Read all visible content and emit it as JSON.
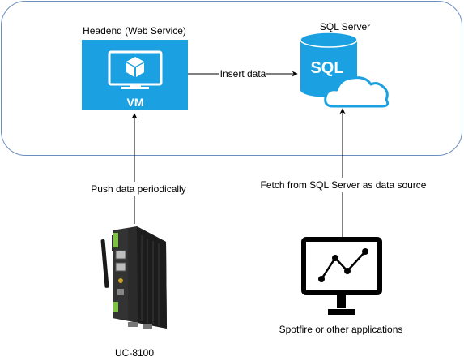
{
  "diagram": {
    "cloud_region": {
      "border_color": "#6c8ebf"
    },
    "headend": {
      "label": "Headend (Web Service)",
      "vm_label": "VM",
      "color": "#1ba1e2",
      "icon": "vm-monitor-icon"
    },
    "sql_server": {
      "label": "SQL Server",
      "badge": "SQL",
      "color": "#1ba1e2",
      "icon": "sql-server-cloud-icon"
    },
    "device": {
      "label": "UC-8100",
      "icon": "industrial-computer-icon"
    },
    "app": {
      "label": "Spotfire or other applications",
      "icon": "chart-monitor-icon"
    },
    "edges": {
      "insert": "Insert data",
      "push": "Push data periodically",
      "fetch": "Fetch from SQL Server as data source"
    }
  }
}
